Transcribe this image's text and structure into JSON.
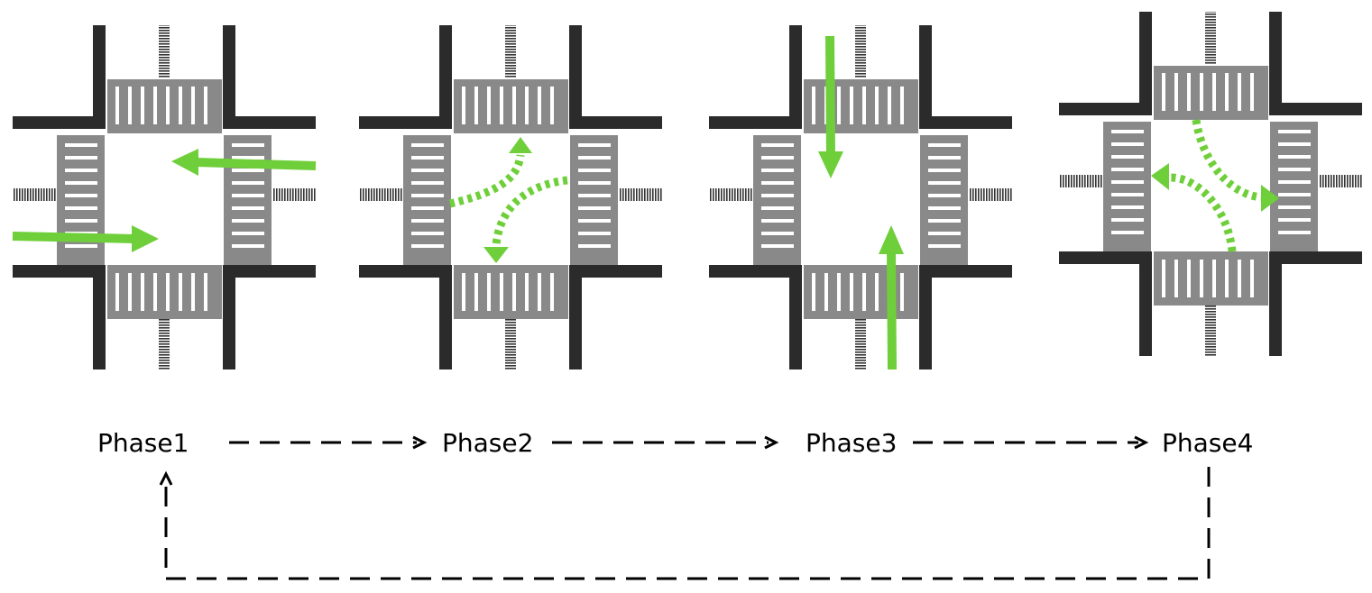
{
  "phases": [
    {
      "label": "Phase1"
    },
    {
      "label": "Phase2"
    },
    {
      "label": "Phase3"
    },
    {
      "label": "Phase4"
    }
  ],
  "colors": {
    "road": "#2b2b2b",
    "crosswalk": "#898989",
    "stripe": "#ffffff",
    "movement": "#6fcf3a",
    "flow_line": "#000000"
  }
}
